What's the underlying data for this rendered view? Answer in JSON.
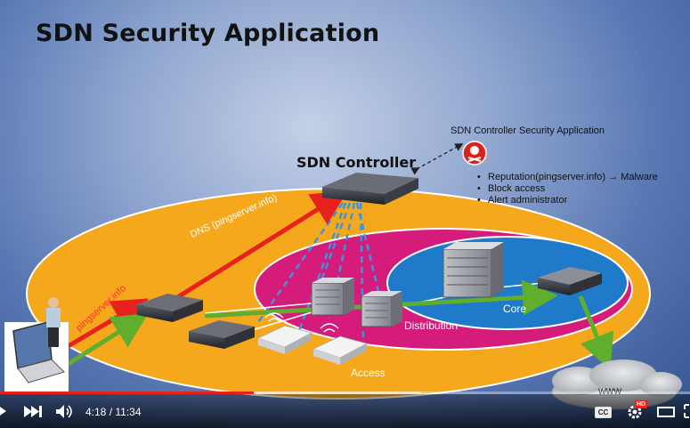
{
  "slide": {
    "title": "SDN Security Application",
    "controller_label": "SDN Controller",
    "security_app_title": "SDN Controller Security Application",
    "security_bullets": [
      "Reputation(pingserver.info) → Malware",
      "Block access",
      "Alert administrator"
    ],
    "dns_label": "DNS (pingserver.info)",
    "ping_label": "pingserver.info",
    "zones": {
      "core": "Core",
      "distribution": "Distribution",
      "access": "Access"
    },
    "cloud_label": "www",
    "colors": {
      "access_zone": "#f5a81c",
      "distribution_zone": "#d61c7b",
      "core_zone": "#1f7ac9",
      "malicious_flow": "#e8201e",
      "normal_flow": "#5fae2e",
      "control_link": "#3a95dd"
    }
  },
  "player": {
    "progress_fraction": 0.368,
    "buffered_fraction": 0.61,
    "time_current": "4:18",
    "time_total": "11:34",
    "time_display": "4:18 / 11:34",
    "cc_label": "CC",
    "hd_badge": "HD",
    "icons": [
      "play-icon",
      "next-icon",
      "volume-icon",
      "settings-icon",
      "theater-icon",
      "fullscreen-icon"
    ]
  }
}
